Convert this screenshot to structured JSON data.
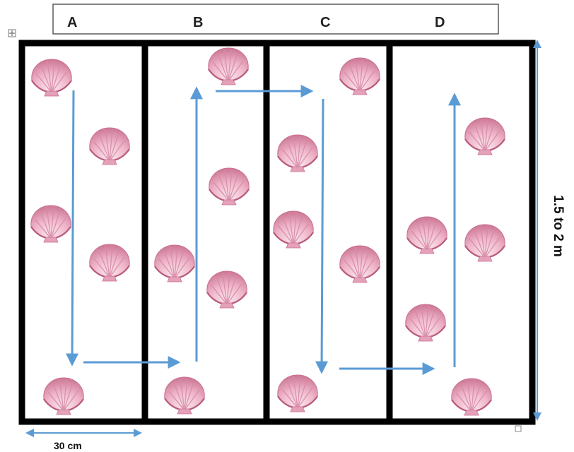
{
  "header": {
    "columns": [
      {
        "id": "A",
        "label": "A"
      },
      {
        "id": "B",
        "label": "B"
      },
      {
        "id": "C",
        "label": "C"
      },
      {
        "id": "D",
        "label": "D"
      }
    ]
  },
  "dimensions": {
    "width_label": "30 cm",
    "height_label": "1.5 to 2 m"
  },
  "colors": {
    "frame": "#000000",
    "arrow": "#5b9bd5",
    "shell_light": "#f7d9e4",
    "shell_mid": "#e6a3bc",
    "shell_dark": "#c9708f"
  },
  "icons": {
    "shell": "scallop-shell-icon",
    "move_handle": "move-handle-icon",
    "resize_handle": "resize-handle-icon"
  }
}
